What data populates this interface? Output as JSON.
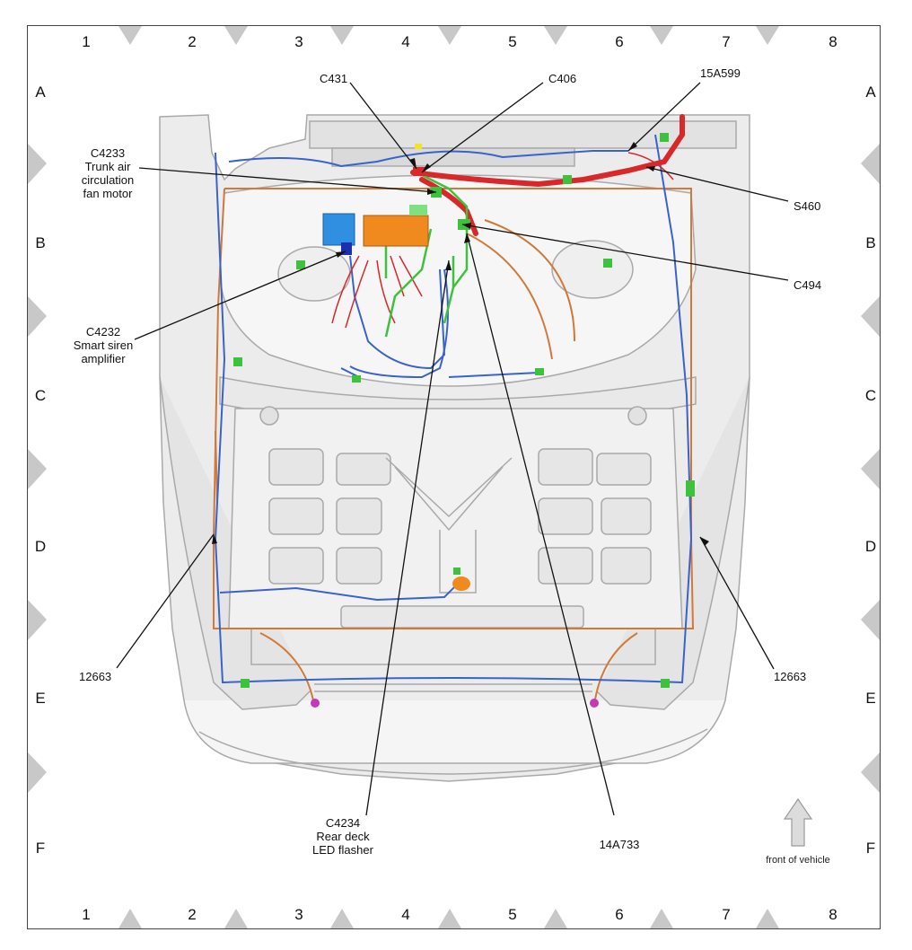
{
  "grid": {
    "columns": [
      "1",
      "2",
      "3",
      "4",
      "5",
      "6",
      "7",
      "8"
    ],
    "rows": [
      "A",
      "B",
      "C",
      "D",
      "E",
      "F"
    ]
  },
  "callouts": {
    "c431": "C431",
    "c406": "C406",
    "part_15a599": "15A599",
    "c4233": {
      "code": "C4233",
      "line1": "Trunk air",
      "line2": "circulation",
      "line3": "fan motor"
    },
    "s460": "S460",
    "c494": "C494",
    "c4232": {
      "code": "C4232",
      "line1": "Smart siren",
      "line2": "amplifier"
    },
    "part_12663_left": "12663",
    "part_12663_right": "12663",
    "c4234": {
      "code": "C4234",
      "line1": "Rear deck",
      "line2": "LED flasher"
    },
    "part_14a733": "14A733"
  },
  "orientation": {
    "label": "front of vehicle",
    "icon": "up-arrow-icon"
  },
  "colors": {
    "harness_blue": "#3a63c9",
    "harness_red": "#d8282a",
    "harness_orange": "#d07a3a",
    "harness_green": "#3ec23e",
    "module_orange": "#f08a1e",
    "module_blue": "#2f8fe0",
    "marker_gray": "#c8c8c8"
  }
}
